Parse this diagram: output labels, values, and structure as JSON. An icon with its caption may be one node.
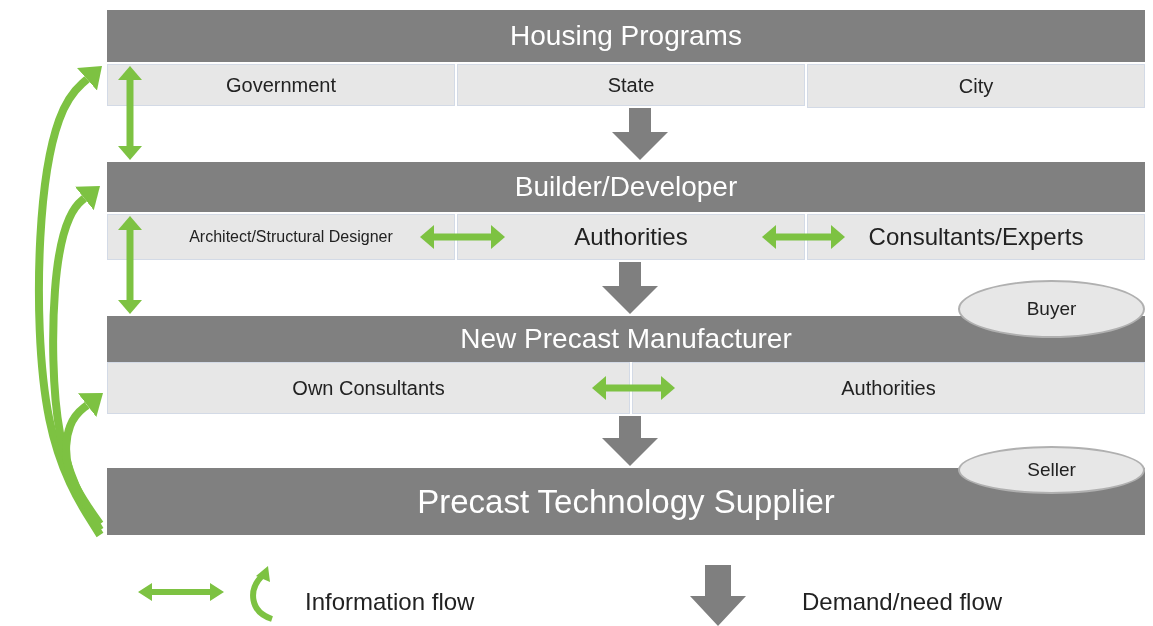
{
  "diagram": {
    "nodes": [
      {
        "text": [
          "Housing Programs"
        ]
      },
      {
        "text": [
          "Government"
        ]
      },
      {
        "text": [
          "State"
        ]
      },
      {
        "text": [
          "City"
        ]
      },
      {
        "text": [
          "Builder/Developer"
        ]
      },
      {
        "text": [
          "Architect/Structural Designer"
        ]
      },
      {
        "text": [
          "Authorities"
        ]
      },
      {
        "text": [
          "Consultants/Experts"
        ]
      },
      {
        "text": [
          "New Precast  Manufacturer"
        ]
      },
      {
        "text": [
          "Own Consultants"
        ]
      },
      {
        "text": [
          "Authorities"
        ]
      },
      {
        "text": [
          "Precast Technology Supplier"
        ]
      },
      {
        "text": [
          "Buyer"
        ]
      },
      {
        "text": [
          "Seller"
        ]
      }
    ],
    "edges": [
      {
        "from": 1,
        "to": 4,
        "arrow": "both"
      },
      {
        "from": 5,
        "to": 8,
        "arrow": "both"
      },
      {
        "from": 5,
        "to": 6,
        "arrow": "both"
      },
      {
        "from": 6,
        "to": 7,
        "arrow": "both"
      },
      {
        "from": 9,
        "to": 10,
        "arrow": "both"
      },
      {
        "from": 11,
        "to": 1,
        "arrow": "to"
      },
      {
        "from": 11,
        "to": 4,
        "arrow": "to"
      },
      {
        "from": 11,
        "to": 9,
        "arrow": "to"
      },
      {
        "from": 2,
        "to": 4,
        "arrow": "to",
        "style": "thick",
        "color": "#7f7f7f"
      },
      {
        "from": 6,
        "to": 8,
        "arrow": "to",
        "style": "thick",
        "color": "#7f7f7f"
      },
      {
        "from": 9,
        "to": 11,
        "arrow": "to",
        "style": "thick",
        "color": "#7f7f7f"
      }
    ],
    "legend": [
      {
        "text": "Information flow"
      },
      {
        "text": "Demand/need flow"
      }
    ]
  }
}
